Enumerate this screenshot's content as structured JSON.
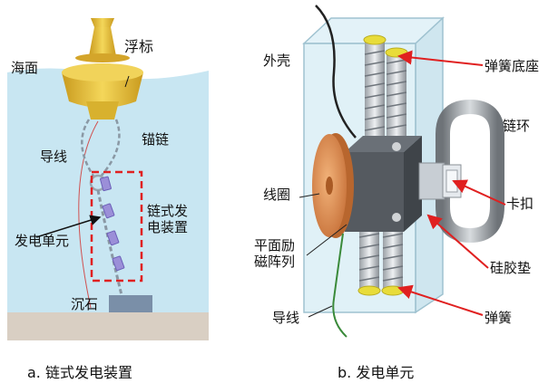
{
  "figure_a": {
    "labels": {
      "sea_surface": "海面",
      "buoy": "浮标",
      "anchor_chain": "锚链",
      "guide_wire": "导线",
      "chain_device": "链式发\n电装置",
      "generator_unit": "发电单元",
      "sinker": "沉石"
    },
    "caption": "a. 链式发电装置"
  },
  "figure_b": {
    "labels": {
      "housing": "外壳",
      "spring_base": "弹簧底座",
      "chain_ring": "链环",
      "coil": "线圈",
      "buckle": "卡扣",
      "magnet_array": "平面励\n磁阵列",
      "silicone_pad": "硅胶垫",
      "guide_wire": "导线",
      "spring": "弹簧"
    },
    "caption": "b. 发电单元"
  },
  "colors": {
    "sea": "#c8e6f2",
    "buoy": "#e8c43a",
    "seabed": "#d9cfc3",
    "sinker": "#7a8fa8",
    "dashed_box": "#e02020",
    "arrow": "#e02020",
    "unit_purple": "#9b8fd8",
    "coil": "#e0955a",
    "housing": "#d6ecf4",
    "magnet": "#555a60",
    "spring_cap": "#e8dc3a"
  }
}
